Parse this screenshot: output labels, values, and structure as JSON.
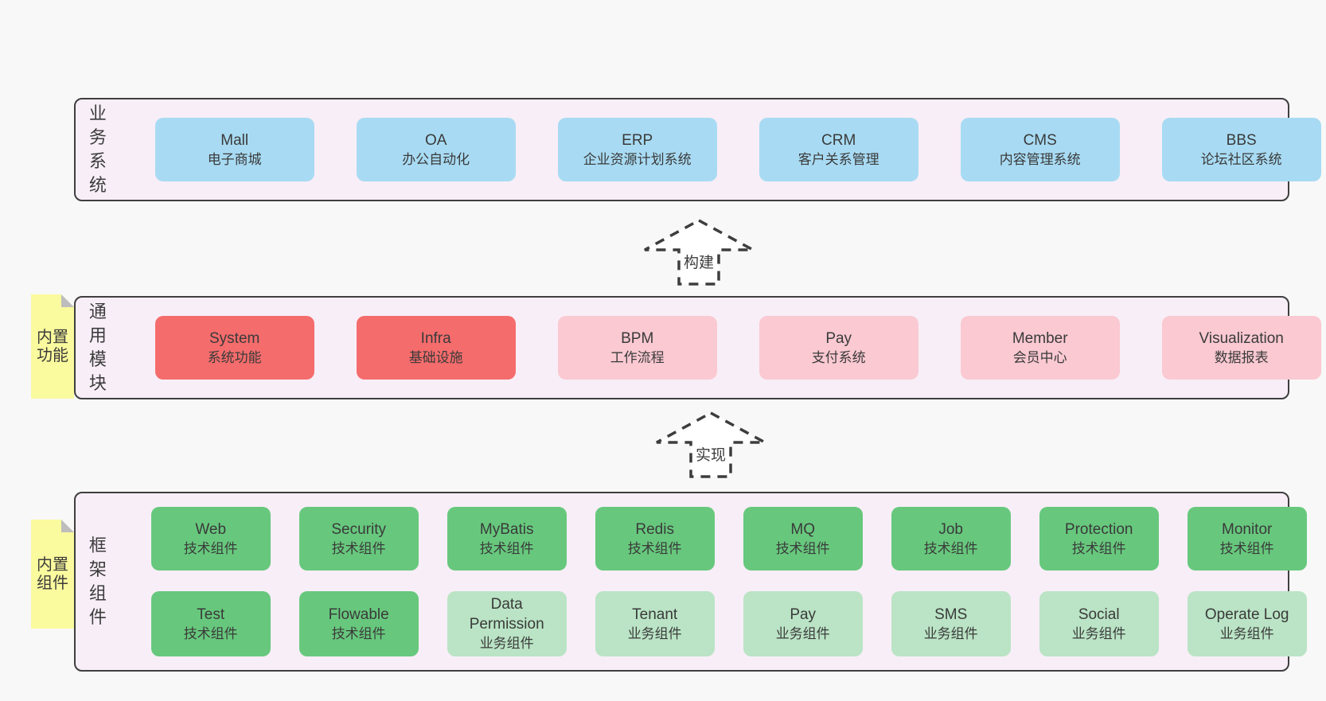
{
  "colors": {
    "panel_background": "#f8eef7",
    "panel_border": "#3f3f3f",
    "business_blue": "#a8dbf3",
    "module_red": "#f56c6c",
    "module_pink": "#fac9d2",
    "tech_green": "#67c87d",
    "biz_light_green": "#bae4c5",
    "note_yellow": "#fafa9e",
    "note_fold_gray": "#bdbdbd",
    "page_background": "#f8f8f8",
    "arrow_stroke": "#3d3d3d"
  },
  "arrows": [
    {
      "label": "构建"
    },
    {
      "label": "实现"
    }
  ],
  "layers": [
    {
      "label": "业务系统",
      "note": "",
      "rows": [
        [
          {
            "name": "Mall",
            "subtitle": "电子商城",
            "type": "business_blue"
          },
          {
            "name": "OA",
            "subtitle": "办公自动化",
            "type": "business_blue"
          },
          {
            "name": "ERP",
            "subtitle": "企业资源计划系统",
            "type": "business_blue"
          },
          {
            "name": "CRM",
            "subtitle": "客户关系管理",
            "type": "business_blue"
          },
          {
            "name": "CMS",
            "subtitle": "内容管理系统",
            "type": "business_blue"
          },
          {
            "name": "BBS",
            "subtitle": "论坛社区系统",
            "type": "business_blue"
          }
        ]
      ]
    },
    {
      "label": "通用模块",
      "note": "内置功能",
      "rows": [
        [
          {
            "name": "System",
            "subtitle": "系统功能",
            "type": "module_red"
          },
          {
            "name": "Infra",
            "subtitle": "基础设施",
            "type": "module_red"
          },
          {
            "name": "BPM",
            "subtitle": "工作流程",
            "type": "module_pink"
          },
          {
            "name": "Pay",
            "subtitle": "支付系统",
            "type": "module_pink"
          },
          {
            "name": "Member",
            "subtitle": "会员中心",
            "type": "module_pink"
          },
          {
            "name": "Visualization",
            "subtitle": "数据报表",
            "type": "module_pink"
          }
        ]
      ]
    },
    {
      "label": "框架组件",
      "note": "内置组件",
      "rows": [
        [
          {
            "name": "Web",
            "subtitle": "技术组件",
            "type": "tech_green"
          },
          {
            "name": "Security",
            "subtitle": "技术组件",
            "type": "tech_green"
          },
          {
            "name": "MyBatis",
            "subtitle": "技术组件",
            "type": "tech_green"
          },
          {
            "name": "Redis",
            "subtitle": "技术组件",
            "type": "tech_green"
          },
          {
            "name": "MQ",
            "subtitle": "技术组件",
            "type": "tech_green"
          },
          {
            "name": "Job",
            "subtitle": "技术组件",
            "type": "tech_green"
          },
          {
            "name": "Protection",
            "subtitle": "技术组件",
            "type": "tech_green"
          },
          {
            "name": "Monitor",
            "subtitle": "技术组件",
            "type": "tech_green"
          }
        ],
        [
          {
            "name": "Test",
            "subtitle": "技术组件",
            "type": "tech_green"
          },
          {
            "name": "Flowable",
            "subtitle": "技术组件",
            "type": "tech_green"
          },
          {
            "name": "Data Permission",
            "subtitle": "业务组件",
            "type": "biz_light_green"
          },
          {
            "name": "Tenant",
            "subtitle": "业务组件",
            "type": "biz_light_green"
          },
          {
            "name": "Pay",
            "subtitle": "业务组件",
            "type": "biz_light_green"
          },
          {
            "name": "SMS",
            "subtitle": "业务组件",
            "type": "biz_light_green"
          },
          {
            "name": "Social",
            "subtitle": "业务组件",
            "type": "biz_light_green"
          },
          {
            "name": "Operate Log",
            "subtitle": "业务组件",
            "type": "biz_light_green"
          }
        ]
      ]
    }
  ]
}
